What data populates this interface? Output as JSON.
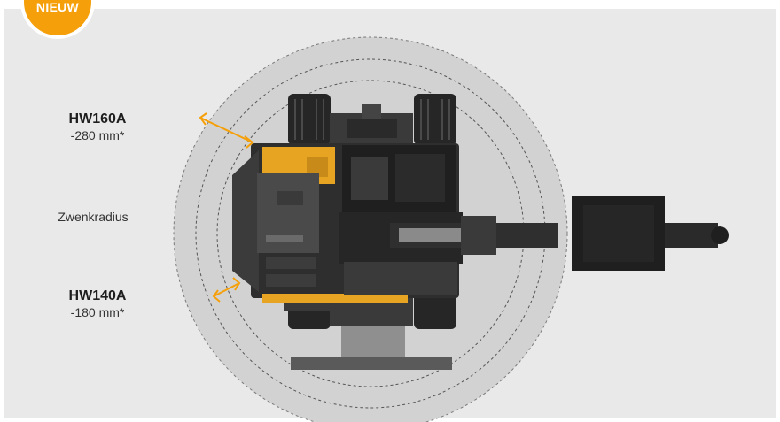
{
  "badge": {
    "label": "NIEUW",
    "color": "#f5a00a"
  },
  "swing_label": "Zwenkradius",
  "models": [
    {
      "name": "HW160A",
      "reduction": "-280 mm*"
    },
    {
      "name": "HW140A",
      "reduction": "-180 mm*"
    }
  ],
  "colors": {
    "background": "#e9e9e9",
    "accent": "#f5a00a",
    "machine": "#2d2d2d",
    "radius_zone": "#d0d0d0"
  }
}
